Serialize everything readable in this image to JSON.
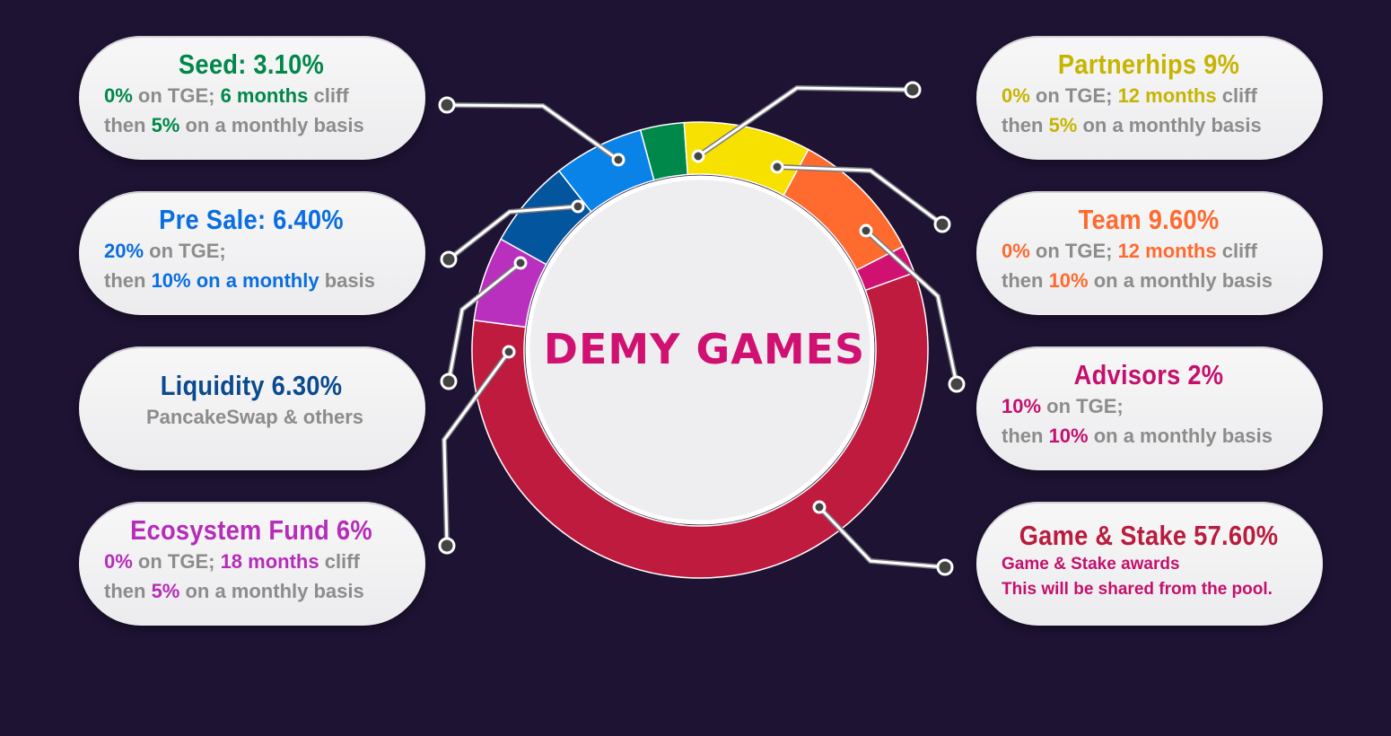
{
  "chart_data": {
    "type": "pie",
    "title": "DEMY GAMES",
    "categories": [
      "Seed",
      "Partnerhips",
      "Team",
      "Advisors",
      "Game & Stake",
      "Ecosystem Fund",
      "Liquidity",
      "Pre Sale"
    ],
    "values": [
      3.1,
      9,
      9.6,
      2,
      57.6,
      6,
      6.3,
      6.4
    ],
    "colors": [
      "#00874a",
      "#f6e100",
      "#ff6a2f",
      "#d01172",
      "#be1b3f",
      "#b92fbe",
      "#03559e",
      "#0a83e9"
    ]
  },
  "cards": [
    {
      "id": "seed",
      "title": "Seed: 3.10%",
      "color": "#00874a",
      "lines": [
        [
          {
            "t": "0%",
            "h": true
          },
          {
            "t": " on TGE;  "
          },
          {
            "t": "6 months",
            "h": true
          },
          {
            "t": " cliff"
          }
        ],
        [
          {
            "t": "then "
          },
          {
            "t": "5%",
            "h": true
          },
          {
            "t": " on a monthly basis"
          }
        ]
      ]
    },
    {
      "id": "presale",
      "title": "Pre Sale: 6.40%",
      "color": "#0a6ee0",
      "lines": [
        [
          {
            "t": "20%",
            "h": true
          },
          {
            "t": " on TGE;"
          }
        ],
        [
          {
            "t": "then "
          },
          {
            "t": "10% on a monthly",
            "h": true
          },
          {
            "t": " basis"
          }
        ]
      ]
    },
    {
      "id": "liquidity",
      "title": "Liquidity 6.30%",
      "color": "#0b4a8f",
      "center": true,
      "lines": [
        [
          {
            "t": "PancakeSwap & others"
          }
        ]
      ]
    },
    {
      "id": "ecosystem",
      "title": "Ecosystem Fund 6%",
      "color": "#b52db8",
      "lines": [
        [
          {
            "t": "0%",
            "h": true
          },
          {
            "t": " on TGE;  "
          },
          {
            "t": "18 months",
            "h": true
          },
          {
            "t": " cliff"
          }
        ],
        [
          {
            "t": "then "
          },
          {
            "t": "5%",
            "h": true
          },
          {
            "t": " on a monthly basis"
          }
        ]
      ]
    },
    {
      "id": "partnerships",
      "title": "Partnerhips 9%",
      "color": "#c7b400",
      "lines": [
        [
          {
            "t": "0%",
            "h": true
          },
          {
            "t": " on TGE;  "
          },
          {
            "t": "12 months",
            "h": true
          },
          {
            "t": " cliff"
          }
        ],
        [
          {
            "t": "then "
          },
          {
            "t": "5%",
            "h": true
          },
          {
            "t": " on a monthly basis"
          }
        ]
      ]
    },
    {
      "id": "team",
      "title": "Team 9.60%",
      "color": "#ff6a2f",
      "lines": [
        [
          {
            "t": "0%",
            "h": true
          },
          {
            "t": " on TGE;  "
          },
          {
            "t": "12 months",
            "h": true
          },
          {
            "t": " cliff"
          }
        ],
        [
          {
            "t": "then "
          },
          {
            "t": "10%",
            "h": true
          },
          {
            "t": " on a monthly basis"
          }
        ]
      ]
    },
    {
      "id": "advisors",
      "title": "Advisors 2%",
      "color": "#c4106c",
      "lines": [
        [
          {
            "t": "10%",
            "h": true
          },
          {
            "t": " on TGE;"
          }
        ],
        [
          {
            "t": "then "
          },
          {
            "t": "10%",
            "h": true
          },
          {
            "t": " on a monthly basis"
          }
        ]
      ]
    },
    {
      "id": "gamestake",
      "title": "Game & Stake 57.60%",
      "color": "#b81c3e",
      "small": true,
      "lines": [
        [
          {
            "t": "Game & Stake awards",
            "h": true,
            "c": "#c4106c"
          }
        ],
        [
          {
            "t": "This will be shared from the pool.",
            "h": true,
            "c": "#c4106c"
          }
        ]
      ]
    }
  ],
  "center_color": "#d01172"
}
